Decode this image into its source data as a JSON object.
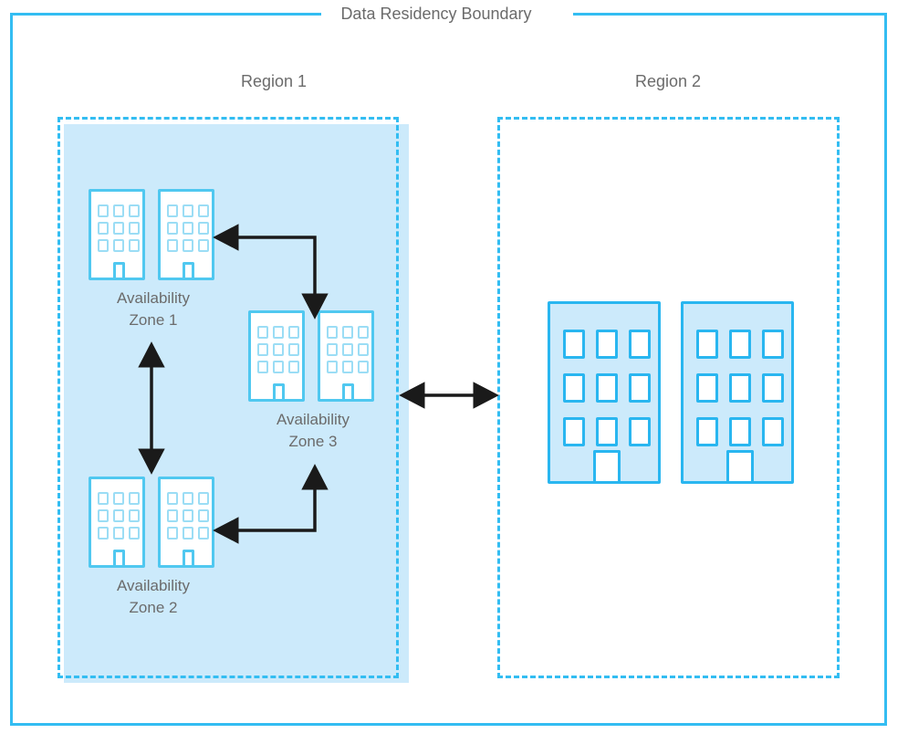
{
  "diagram": {
    "title": "Data Residency Boundary",
    "accent_color": "#33BDF2",
    "fill_color": "#CCEAFB",
    "label_color": "#6B6B6B",
    "arrow_color": "#1A1A1A"
  },
  "regions": [
    {
      "id": "region1",
      "label": "Region 1",
      "filled": true,
      "zones": [
        {
          "id": "az1",
          "caption_line1": "Availability",
          "caption_line2": "Zone 1",
          "building_count": 2
        },
        {
          "id": "az2",
          "caption_line1": "Availability",
          "caption_line2": "Zone 2",
          "building_count": 2
        },
        {
          "id": "az3",
          "caption_line1": "Availability",
          "caption_line2": "Zone 3",
          "building_count": 2
        }
      ]
    },
    {
      "id": "region2",
      "label": "Region 2",
      "filled": false,
      "building_count": 2
    }
  ],
  "connections": [
    {
      "id": "az1-az3",
      "type": "elbow-bidirectional",
      "from": "Availability Zone 1",
      "to": "Availability Zone 3"
    },
    {
      "id": "az1-az2",
      "type": "vertical-bidirectional",
      "from": "Availability Zone 1",
      "to": "Availability Zone 2"
    },
    {
      "id": "az2-az3",
      "type": "elbow-bidirectional",
      "from": "Availability Zone 2",
      "to": "Availability Zone 3"
    },
    {
      "id": "region1-region2",
      "type": "horizontal-bidirectional",
      "from": "Region 1",
      "to": "Region 2"
    }
  ],
  "building": {
    "window_rows": 3,
    "window_cols": 3,
    "has_door": true
  }
}
